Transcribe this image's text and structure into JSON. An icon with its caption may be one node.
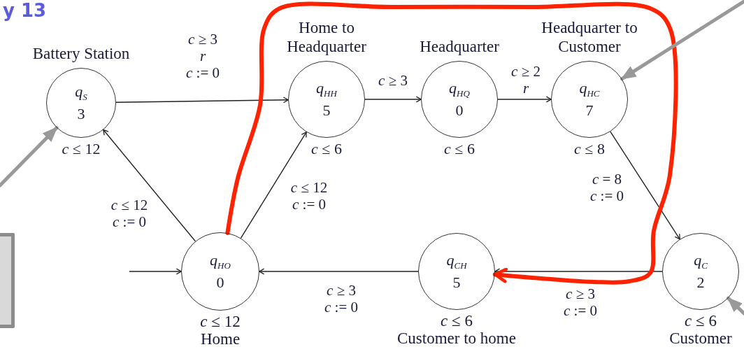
{
  "diagram": {
    "nodes": [
      {
        "text": [
          "Battery Station",
          "*q*$_{S}$",
          "3"
        ],
        "beside": [
          "*c* ≤ 12"
        ]
      },
      {
        "text": [
          "Home to Headquarter",
          "*q*$_{HH}$",
          "5"
        ],
        "beside": [
          "*c* ≤ 6"
        ]
      },
      {
        "text": [
          "Headquarter",
          "*q*$_{HQ}$",
          "0"
        ],
        "beside": [
          "*c* ≤ 6"
        ]
      },
      {
        "text": [
          "Headquarter to Customer",
          "*q*$_{HC}$",
          "7"
        ],
        "beside": [
          "*c* ≤ 8"
        ]
      },
      {
        "text": [
          "*q*$_{C}$",
          "2",
          "*c* ≤ 6",
          "Customer"
        ]
      },
      {
        "text": [
          "*q*$_{CH}$",
          "5",
          "*c* ≤ 6",
          "Customer to home"
        ]
      },
      {
        "text": [
          "*q*$_{HO}$",
          "0",
          "*c* ≤ 12",
          "Home"
        ]
      },
      {
        "text": [],
        "shape": "box"
      }
    ],
    "edges": [
      {
        "from": 0,
        "to": 1,
        "arrow": "to",
        "label": "*c* ≥ 3 *r* *c* := 0"
      },
      {
        "from": 1,
        "to": 2,
        "arrow": "to",
        "label": "*c* ≥ 3"
      },
      {
        "from": 2,
        "to": 3,
        "arrow": "to",
        "label": "*c* ≥ 2 *r*"
      },
      {
        "from": 3,
        "to": 4,
        "arrow": "to",
        "label": "*c* = 8 *c* := 0"
      },
      {
        "from": 4,
        "to": 5,
        "arrow": "to",
        "label": "*c* ≥ 3 *c* := 0"
      },
      {
        "from": 5,
        "to": 6,
        "arrow": "to",
        "label": "*c* ≥ 3 *c* := 0"
      },
      {
        "from": 6,
        "to": 0,
        "arrow": "to",
        "label": "*c* ≤ 12 *c* := 0"
      },
      {
        "from": 6,
        "to": 1,
        "arrow": "to",
        "label": "*c* ≤ 12 *c* := 0"
      },
      {
        "from": null,
        "to": 6,
        "arrow": "to"
      },
      {
        "from": 6,
        "to": 5,
        "arrow": "to",
        "style": "thick",
        "color": "#ff2200"
      },
      {
        "from": null,
        "to": 0,
        "arrow": "to",
        "style": "thick",
        "color": "#999999"
      },
      {
        "from": null,
        "to": 3,
        "arrow": "to",
        "style": "thick",
        "color": "#999999"
      },
      {
        "from": null,
        "to": 4,
        "arrow": "to",
        "style": "thick",
        "color": "#999999"
      }
    ],
    "labels": [
      "y 13"
    ]
  }
}
